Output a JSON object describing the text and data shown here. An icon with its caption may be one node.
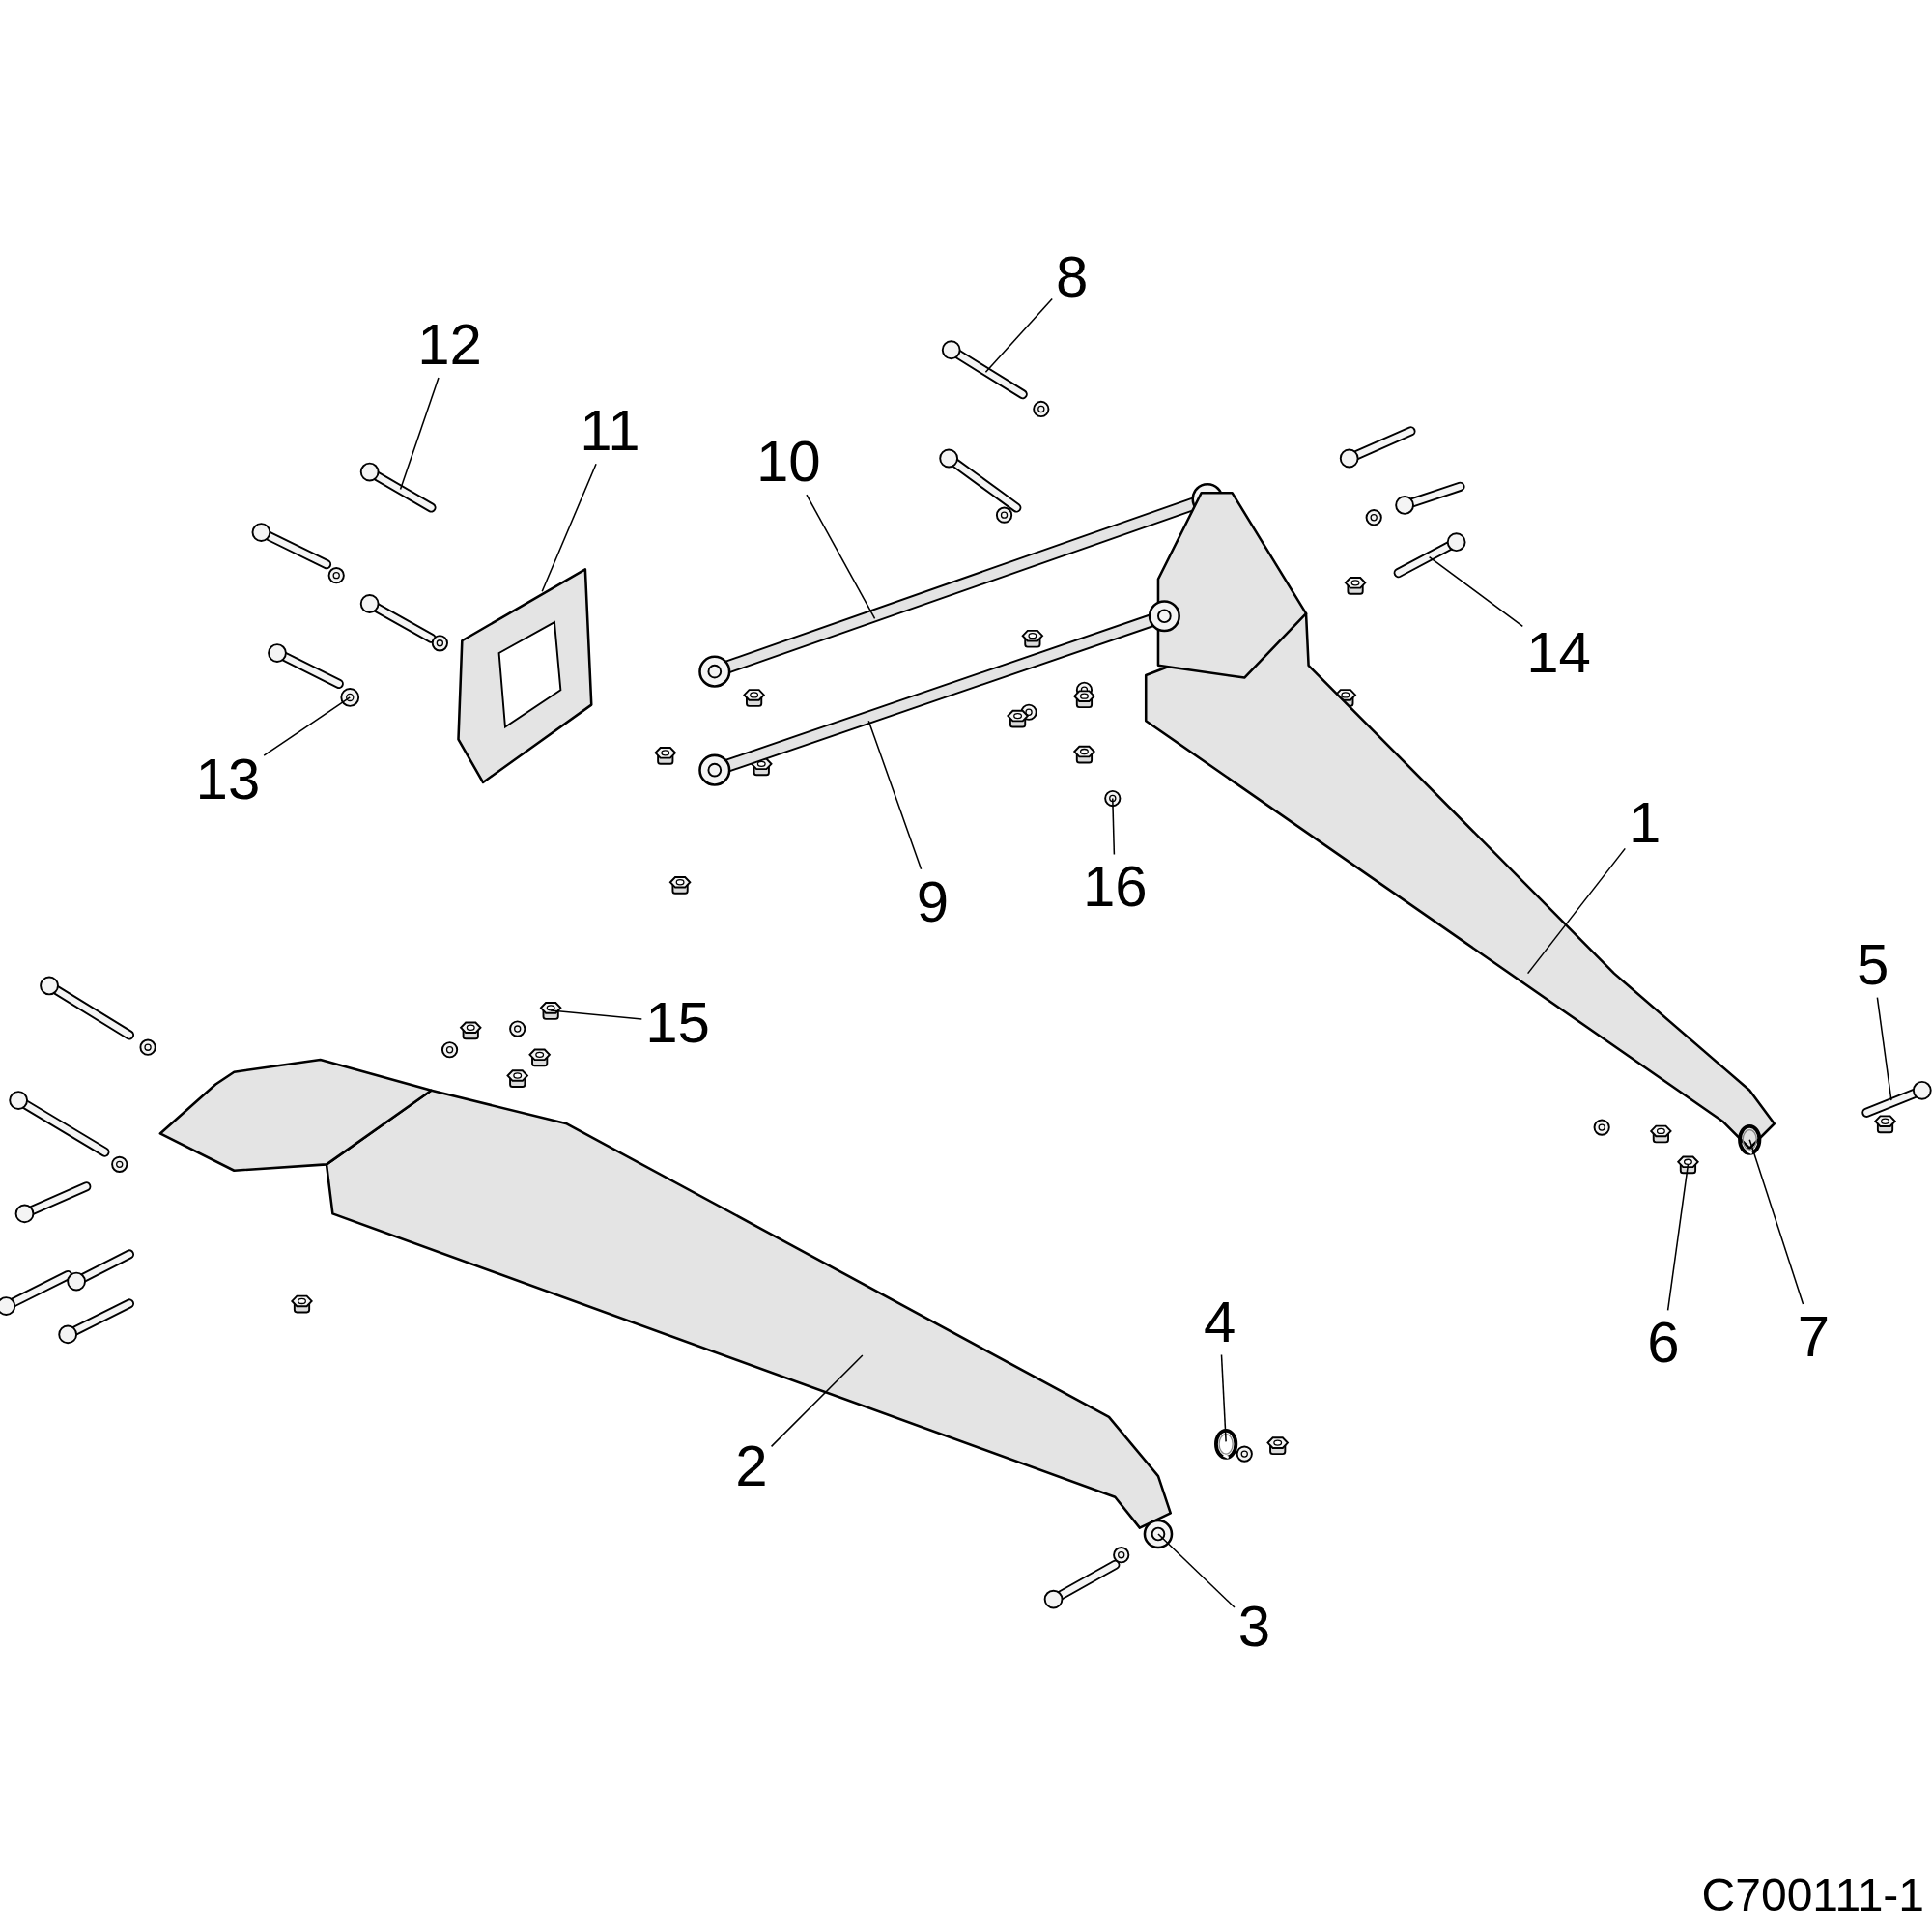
{
  "diagram": {
    "nodes": [
      {
        "text": [
          "8"
        ]
      },
      {
        "text": [
          "12"
        ]
      },
      {
        "text": [
          "11"
        ]
      },
      {
        "text": [
          "10"
        ]
      },
      {
        "text": [
          "14"
        ]
      },
      {
        "text": [
          "13"
        ]
      },
      {
        "text": [
          "1"
        ]
      },
      {
        "text": [
          "9"
        ]
      },
      {
        "text": [
          "16"
        ]
      },
      {
        "text": [
          "5"
        ]
      },
      {
        "text": [
          "15"
        ]
      },
      {
        "text": [
          "4"
        ]
      },
      {
        "text": [
          "6"
        ]
      },
      {
        "text": [
          "7"
        ]
      },
      {
        "text": [
          "2"
        ]
      },
      {
        "text": [
          "3"
        ]
      },
      {
        "text": [],
        "shape": "picture"
      },
      {
        "text": [],
        "shape": "picture"
      },
      {
        "text": [],
        "shape": "picture"
      },
      {
        "text": [],
        "shape": "picture"
      },
      {
        "text": [],
        "shape": "picture"
      },
      {
        "text": [],
        "shape": "picture"
      },
      {
        "text": [],
        "shape": "picture"
      },
      {
        "text": [],
        "shape": "picture"
      },
      {
        "text": [],
        "shape": "picture"
      },
      {
        "text": [],
        "shape": "picture"
      },
      {
        "text": [],
        "shape": "picture"
      },
      {
        "text": [],
        "shape": "picture"
      },
      {
        "text": [],
        "shape": "picture"
      },
      {
        "text": [],
        "shape": "picture"
      },
      {
        "text": [],
        "shape": "picture"
      },
      {
        "text": [],
        "shape": "picture"
      }
    ],
    "edges": [
      {
        "from": 0,
        "to": 16,
        "arrow": "none"
      },
      {
        "from": 1,
        "to": 17,
        "arrow": "none"
      },
      {
        "from": 2,
        "to": 18,
        "arrow": "none"
      },
      {
        "from": 3,
        "to": 19,
        "arrow": "none"
      },
      {
        "from": 4,
        "to": 20,
        "arrow": "none"
      },
      {
        "from": 5,
        "to": 21,
        "arrow": "none"
      },
      {
        "from": 6,
        "to": 22,
        "arrow": "none"
      },
      {
        "from": 7,
        "to": 23,
        "arrow": "none"
      },
      {
        "from": 8,
        "to": 24,
        "arrow": "none"
      },
      {
        "from": 9,
        "to": 25,
        "arrow": "none"
      },
      {
        "from": 10,
        "to": 26,
        "arrow": "none"
      },
      {
        "from": 11,
        "to": 27,
        "arrow": "none"
      },
      {
        "from": 12,
        "to": 28,
        "arrow": "none"
      },
      {
        "from": 13,
        "to": 29,
        "arrow": "none"
      },
      {
        "from": 14,
        "to": 30,
        "arrow": "none"
      },
      {
        "from": 15,
        "to": 31,
        "arrow": "none"
      }
    ],
    "labels": [
      "C700111-1"
    ]
  }
}
